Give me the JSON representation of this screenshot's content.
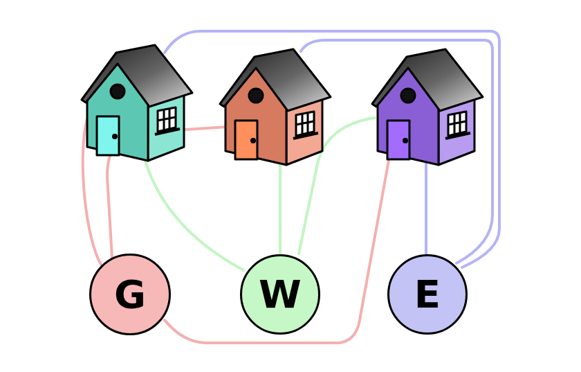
{
  "diagram": {
    "nodes": [
      {
        "text": [
          "G"
        ]
      },
      {
        "text": [
          "W"
        ]
      },
      {
        "text": [
          "E"
        ]
      }
    ]
  }
}
